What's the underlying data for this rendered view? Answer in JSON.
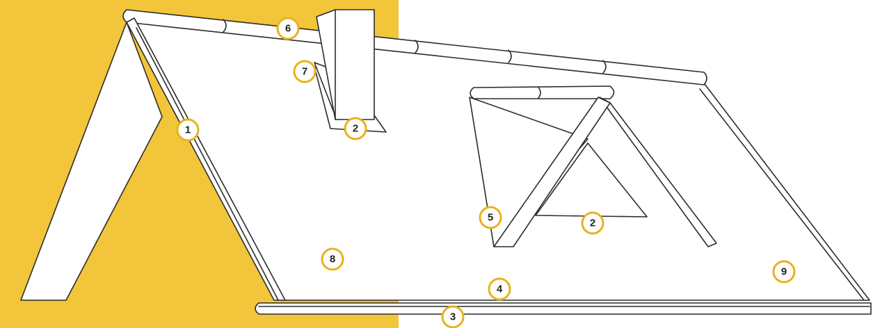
{
  "colors": {
    "background_panel": "#f3c53a",
    "marker_ring": "#e8b21c",
    "line": "#2b2b2b",
    "fill": "#ffffff"
  },
  "markers": [
    {
      "id": "m1",
      "label": "1"
    },
    {
      "id": "m2a",
      "label": "2"
    },
    {
      "id": "m2b",
      "label": "2"
    },
    {
      "id": "m3",
      "label": "3"
    },
    {
      "id": "m4",
      "label": "4"
    },
    {
      "id": "m5",
      "label": "5"
    },
    {
      "id": "m6",
      "label": "6"
    },
    {
      "id": "m7",
      "label": "7"
    },
    {
      "id": "m8",
      "label": "8"
    },
    {
      "id": "m9",
      "label": "9"
    }
  ]
}
